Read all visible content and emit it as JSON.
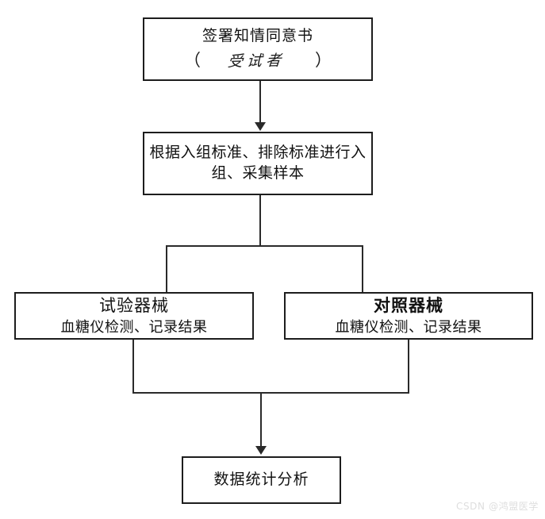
{
  "diagram": {
    "background_color": "#ffffff",
    "line_color": "#2a2a2a",
    "text_color": "#111111",
    "nodes": {
      "consent": {
        "line_main": "签署知情同意书",
        "paren_left": "（",
        "signature": "受试者",
        "paren_right": "）"
      },
      "enroll": {
        "line_main": "根据入组标准、排除标准进行入组、采集样本"
      },
      "test_device": {
        "title": "试验器械",
        "detail": "血糖仪检测、记录结果"
      },
      "control_device": {
        "title": "对照器械",
        "detail": "血糖仪检测、记录结果"
      },
      "analysis": {
        "line_main": "数据统计分析"
      }
    }
  },
  "watermark": {
    "text": "CSDN @鸿盟医学",
    "color": "#dedede"
  }
}
